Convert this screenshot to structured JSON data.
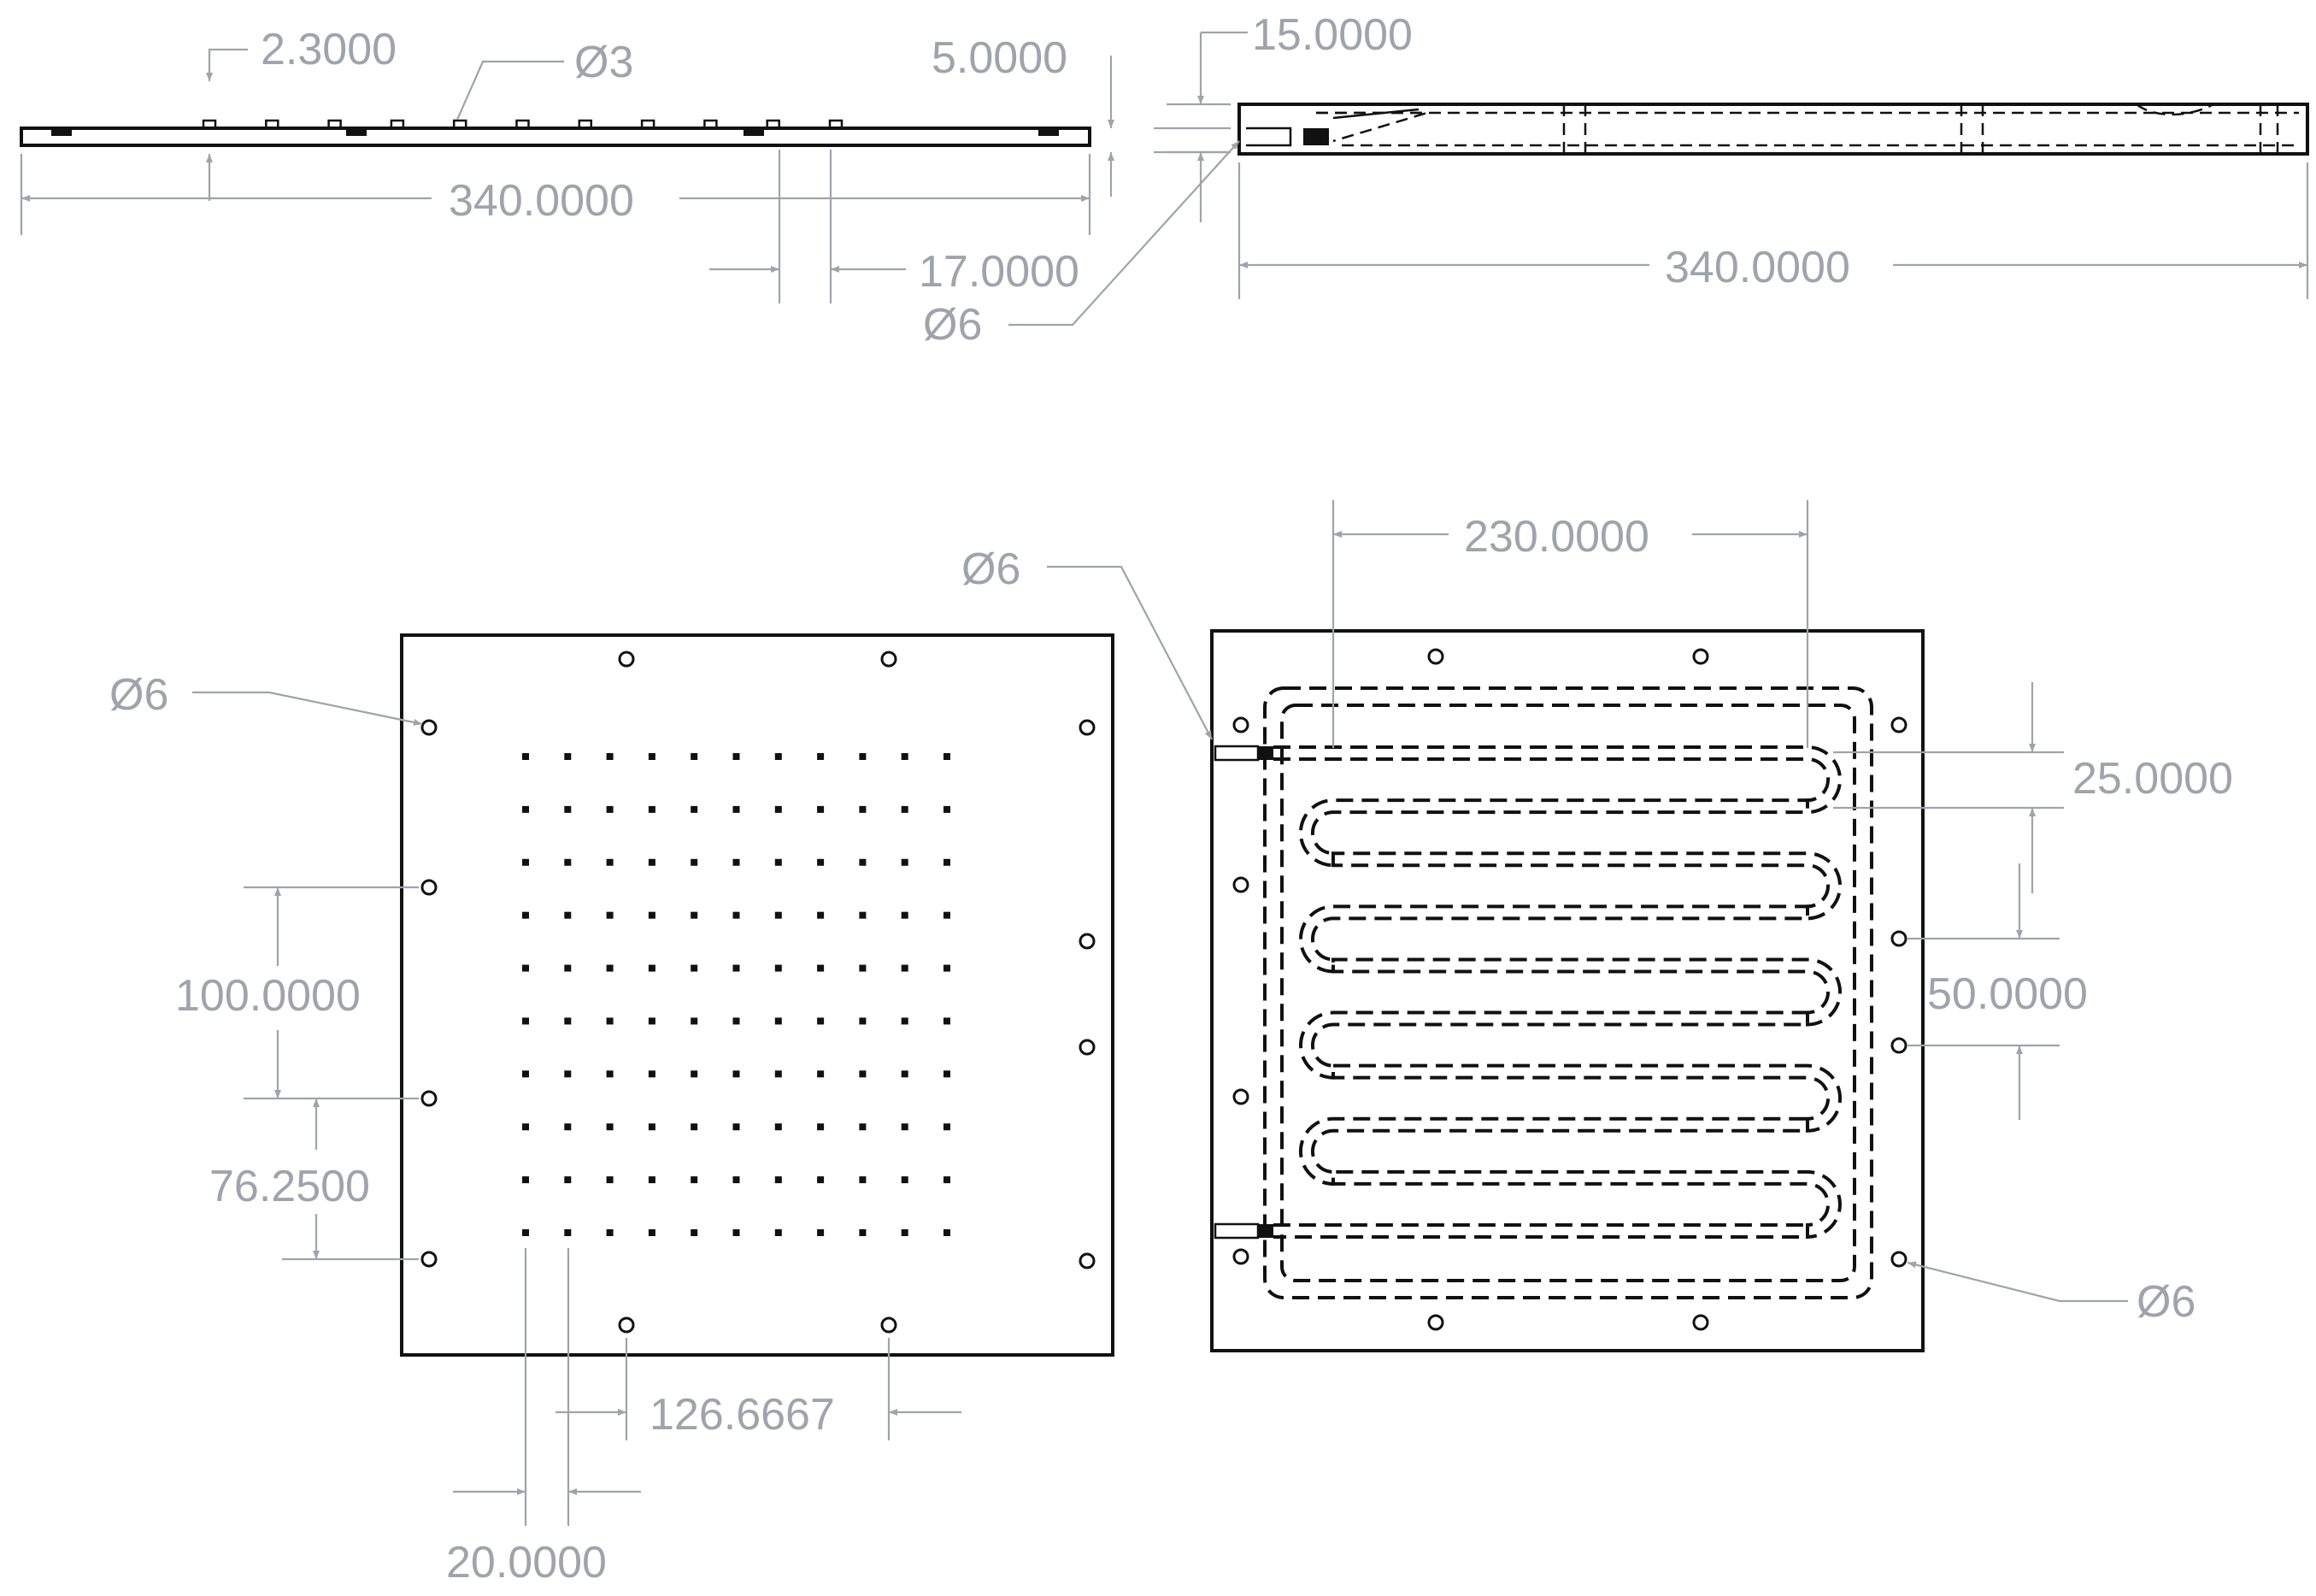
{
  "colors": {
    "line": "#111111",
    "dimension": "#9ea4ab",
    "background": "#ffffff"
  },
  "side_view_left": {
    "dims": {
      "slot_height": "2.3000",
      "pin_diameter": "Ø3",
      "length": "340.0000",
      "pitch": "17.0000"
    }
  },
  "side_view_right": {
    "dims": {
      "thickness": "5.0000",
      "inlet_offset": "15.0000",
      "length": "340.0000",
      "port_diameter": "Ø6"
    }
  },
  "top_view_left": {
    "pin_grid": {
      "rows": 10,
      "cols": 11
    },
    "dims": {
      "hole_diameter": "Ø6",
      "hole_spacing": "100.0000",
      "edge_offset": "76.2500",
      "hole_pitch": "126.6667",
      "pin_pitch": "20.0000"
    }
  },
  "top_view_right": {
    "serpentine_passes": 10,
    "dims": {
      "channel_length": "230.0000",
      "port_diameter": "Ø6",
      "channel_pitch": "25.0000",
      "hole_spacing": "50.0000",
      "hole_diameter": "Ø6"
    }
  }
}
